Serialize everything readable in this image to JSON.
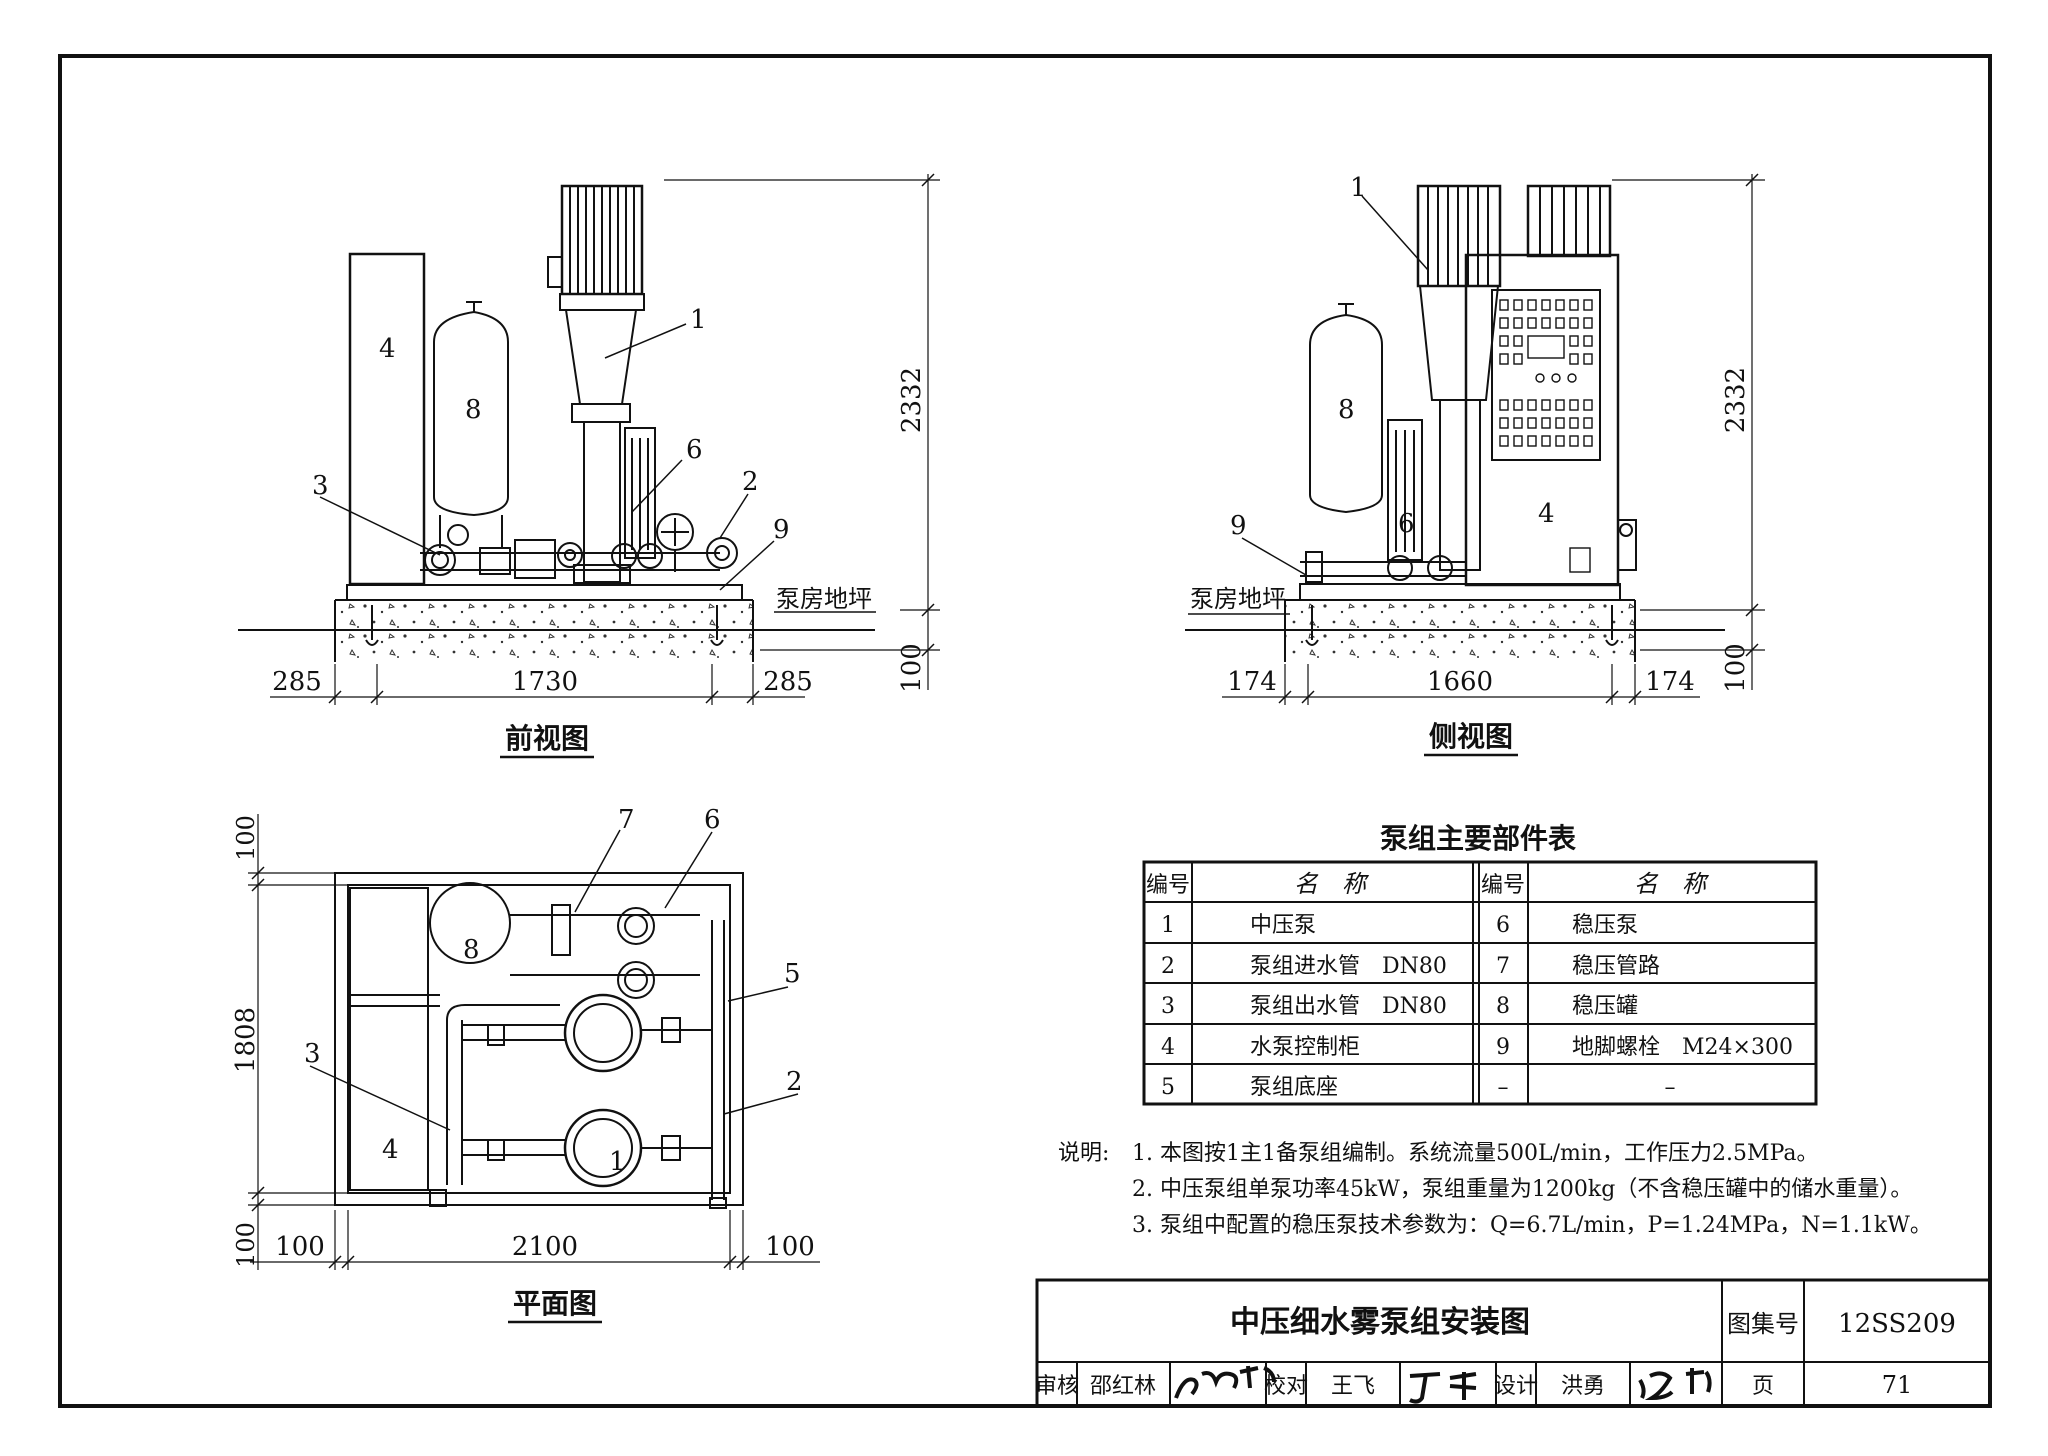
{
  "views": {
    "front": {
      "title": "前视图",
      "labels": [
        "1",
        "3",
        "4",
        "6",
        "8",
        "2",
        "9"
      ],
      "floor_label": "泵房地坪",
      "dims": {
        "height": "2332",
        "base": "100",
        "left": "285",
        "middle": "1730",
        "right": "285"
      }
    },
    "side": {
      "title": "侧视图",
      "labels": [
        "1",
        "8",
        "9",
        "6",
        "4"
      ],
      "floor_label": "泵房地坪",
      "dims": {
        "height": "2332",
        "base": "100",
        "left": "174",
        "middle": "1660",
        "right": "174"
      }
    },
    "plan": {
      "title": "平面图",
      "labels": [
        "7",
        "6",
        "8",
        "5",
        "3",
        "2",
        "4",
        "1"
      ],
      "dims": {
        "top": "100",
        "depth": "1808",
        "bottom": "100",
        "left": "100",
        "width": "2100",
        "right": "100"
      }
    }
  },
  "parts_table": {
    "title": "泵组主要部件表",
    "headers": [
      "编号",
      "名　称",
      "编号",
      "名　称"
    ],
    "rows": [
      [
        "1",
        "中压泵",
        "6",
        "稳压泵"
      ],
      [
        "2",
        "泵组进水管　DN80",
        "7",
        "稳压管路"
      ],
      [
        "3",
        "泵组出水管　DN80",
        "8",
        "稳压罐"
      ],
      [
        "4",
        "水泵控制柜",
        "9",
        "地脚螺栓　M24×300"
      ],
      [
        "5",
        "泵组底座",
        "–",
        "–"
      ]
    ]
  },
  "notes": {
    "label": "说明:",
    "items": [
      "1. 本图按1主1备泵组编制。系统流量500L/min，工作压力2.5MPa。",
      "2. 中压泵组单泵功率45kW，泵组重量为1200kg（不含稳压罐中的储水重量）。",
      "3. 泵组中配置的稳压泵技术参数为：Q=6.7L/min，P=1.24MPa，N=1.1kW。"
    ]
  },
  "title_block": {
    "drawing_title": "中压细水雾泵组安装图",
    "atlas_label": "图集号",
    "atlas_no": "12SS209",
    "review_label": "审核",
    "reviewer": "邵红林",
    "check_label": "校对",
    "checker": "王飞",
    "design_label": "设计",
    "designer": "洪勇",
    "page_label": "页",
    "page_no": "71",
    "signatures": [
      "邵红林",
      "王飞",
      "洪勇"
    ]
  }
}
